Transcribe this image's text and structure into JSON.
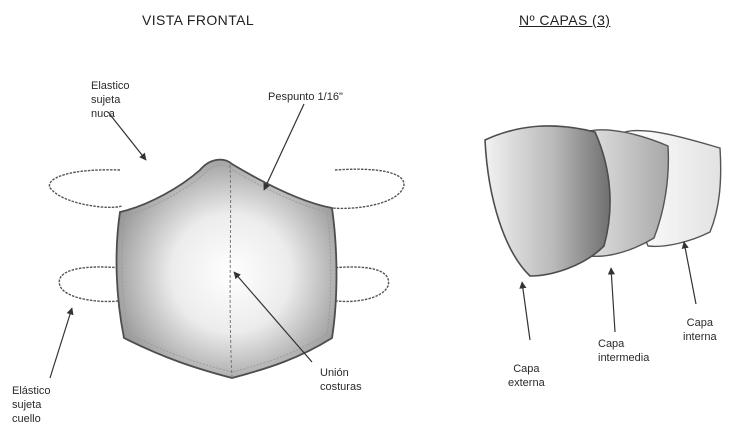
{
  "titles": {
    "front_view": "VISTA FRONTAL",
    "layers": "Nº CAPAS (3)"
  },
  "labels": {
    "elastic_nape": [
      "Elastico",
      "sujeta",
      "nuca"
    ],
    "topstitch": "Pespunto 1/16\"",
    "elastic_neck": [
      "Elástico",
      "sujeta",
      "cuello"
    ],
    "seam_union": [
      "Unión",
      "costuras"
    ],
    "outer_layer": [
      "Capa",
      "externa"
    ],
    "middle_layer": [
      "Capa",
      "intermedia"
    ],
    "inner_layer": [
      "Capa",
      "interna"
    ]
  },
  "colors": {
    "outline": "#555555",
    "outer_layer_fill": "#8f8f8f",
    "middle_layer_fill": "#c4c4c4",
    "inner_layer_fill": "#f2f2f2"
  }
}
